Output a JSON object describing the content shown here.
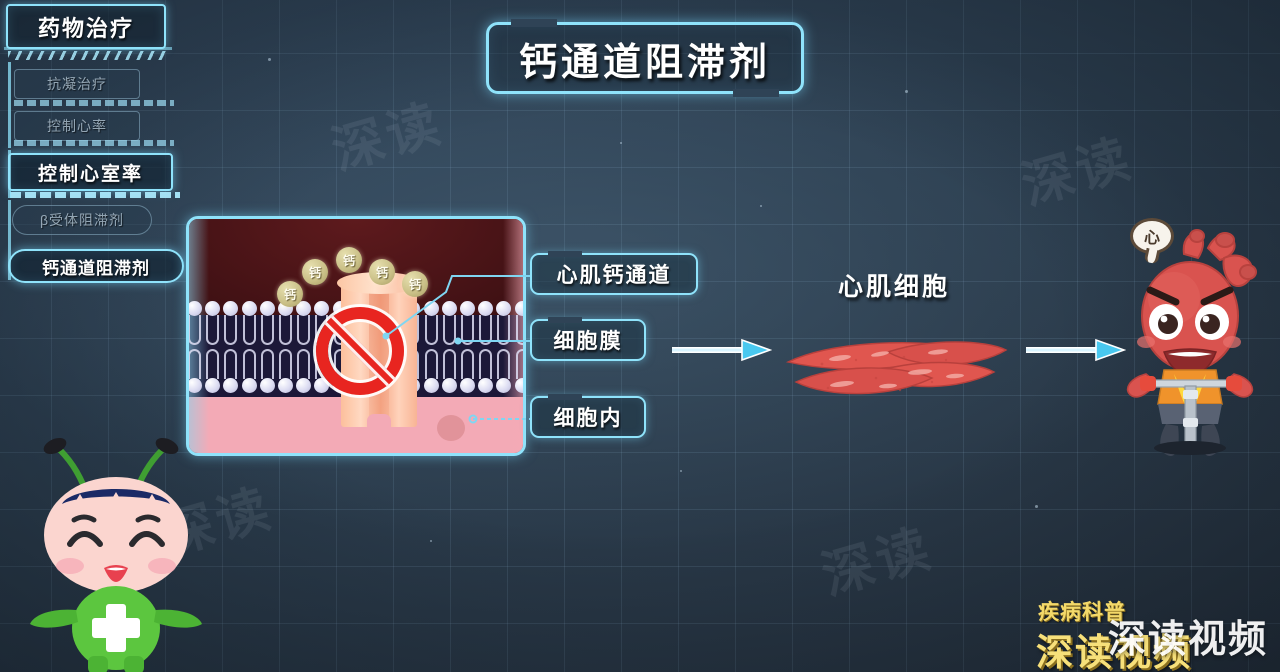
{
  "background": {
    "base_color": "#2c3e4f",
    "grid_color": "#96bedc",
    "accent_cyan": "#8fe3fb"
  },
  "watermarks": {
    "repeated_text": "深读",
    "instances": [
      "深读",
      "深读",
      "深读",
      "深读"
    ]
  },
  "sidebar": {
    "main_heading": "药物治疗",
    "items": [
      {
        "label": "抗凝治疗",
        "active": false
      },
      {
        "label": "控制心率",
        "active": false
      },
      {
        "label": "控制心室率",
        "active": true
      },
      {
        "label": "β受体阻滞剂",
        "active": false
      },
      {
        "label": "钙通道阻滞剂",
        "active": true
      }
    ]
  },
  "header": {
    "title": "钙通道阻滞剂"
  },
  "diagram": {
    "ion_label": "钙",
    "ions": [
      "钙",
      "钙",
      "钙",
      "钙",
      "钙"
    ],
    "callouts": [
      {
        "label": "心肌钙通道"
      },
      {
        "label": "细胞膜"
      },
      {
        "label": "细胞内"
      }
    ],
    "blocked_sign": "no-entry-sign",
    "colors": {
      "extracellular": "#4a1518",
      "membrane_core": "#1c1838",
      "intracellular": "#f3aab6",
      "channel": "#f6a887",
      "ion": "#c9bf86",
      "prohibition": "#e82520"
    }
  },
  "muscle": {
    "label": "心肌细胞",
    "cell_color": "#e0564f"
  },
  "heart_character": {
    "bubble_text": "心",
    "expression": "angry-determined",
    "activity": "exercise-bike",
    "body_color": "#d9534f"
  },
  "mascot": {
    "name": "ant-doctor-mascot",
    "cross_symbol": "+",
    "body_color": "#5cc63f",
    "face_color": "#fbd5cf"
  },
  "branding": {
    "line1": "疾病科普",
    "line2": "深读视频",
    "overlay": "深读视频",
    "yellow": "#f7e07a"
  },
  "flow": {
    "arrow_count": 2,
    "arrow_color": "#49c8ef"
  }
}
